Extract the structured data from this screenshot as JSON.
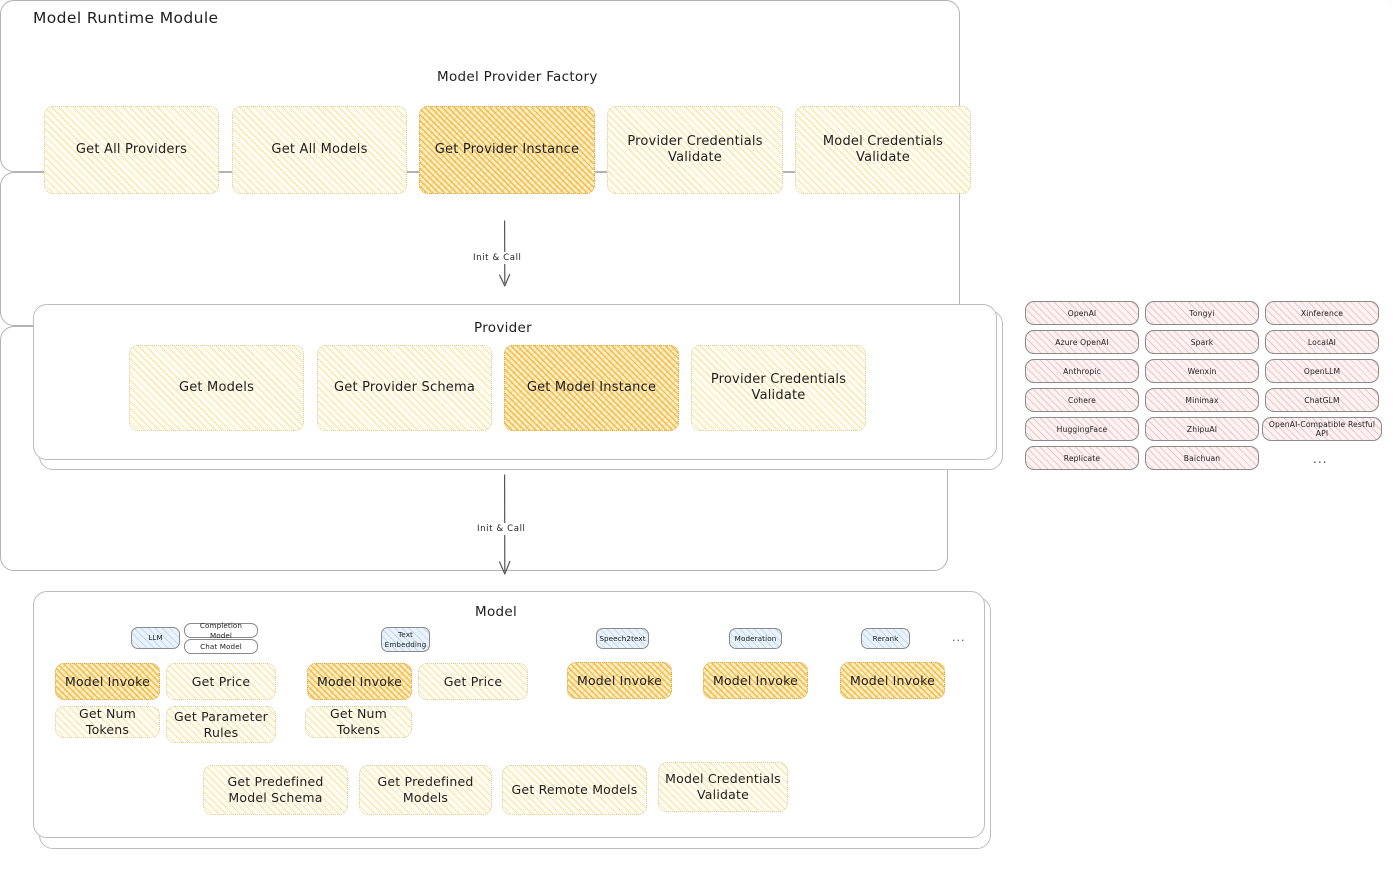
{
  "page": {
    "title": "Model Runtime Module"
  },
  "colors": {
    "highlight_amber": "#f0aa23",
    "soft_yellow": "#f5cd5a",
    "provider_pink": "#e18282",
    "model_type_blue": "#78aadc",
    "outline_gray": "#8a8a8a"
  },
  "factory": {
    "title": "Model Provider Factory",
    "items": [
      {
        "label": "Get All Providers",
        "highlighted": false
      },
      {
        "label": "Get All Models",
        "highlighted": false
      },
      {
        "label": "Get Provider Instance",
        "highlighted": true
      },
      {
        "label": "Provider Credentials Validate",
        "highlighted": false
      },
      {
        "label": "Model Credentials Validate",
        "highlighted": false
      }
    ]
  },
  "arrows": [
    {
      "label": "Init & Call",
      "from": "Model Provider Factory",
      "to": "Provider"
    },
    {
      "label": "Init & Call",
      "from": "Provider",
      "to": "Model"
    }
  ],
  "provider": {
    "title": "Provider",
    "items": [
      {
        "label": "Get Models",
        "highlighted": false
      },
      {
        "label": "Get Provider Schema",
        "highlighted": false
      },
      {
        "label": "Get Model Instance",
        "highlighted": true
      },
      {
        "label": "Provider Credentials Validate",
        "highlighted": false
      }
    ]
  },
  "provider_list": {
    "columns": [
      {
        "items": [
          "OpenAI",
          "Azure OpenAI",
          "Anthropic",
          "Cohere",
          "HuggingFace",
          "Replicate"
        ]
      },
      {
        "items": [
          "Tongyi",
          "Spark",
          "Wenxin",
          "Minimax",
          "ZhipuAI",
          "Baichuan"
        ]
      },
      {
        "items": [
          "Xinference",
          "LocalAI",
          "OpenLLM",
          "ChatGLM",
          "OpenAI-Compatible Restful API"
        ]
      }
    ],
    "more": "..."
  },
  "model": {
    "title": "Model",
    "more_types": "...",
    "types": [
      {
        "name": "LLM",
        "subtypes": [
          "Completion Model",
          "Chat Model"
        ],
        "methods": [
          {
            "label": "Model Invoke",
            "highlighted": true
          },
          {
            "label": "Get Price",
            "highlighted": false
          },
          {
            "label": "Get Num Tokens",
            "highlighted": false
          },
          {
            "label": "Get Parameter Rules",
            "highlighted": false
          }
        ]
      },
      {
        "name": "Text Embedding",
        "subtypes": [],
        "methods": [
          {
            "label": "Model Invoke",
            "highlighted": true
          },
          {
            "label": "Get Price",
            "highlighted": false
          },
          {
            "label": "Get Num Tokens",
            "highlighted": false
          }
        ]
      },
      {
        "name": "Speech2text",
        "subtypes": [],
        "methods": [
          {
            "label": "Model Invoke",
            "highlighted": true
          }
        ]
      },
      {
        "name": "Moderation",
        "subtypes": [],
        "methods": [
          {
            "label": "Model Invoke",
            "highlighted": true
          }
        ]
      },
      {
        "name": "Rerank",
        "subtypes": [],
        "methods": [
          {
            "label": "Model Invoke",
            "highlighted": true
          }
        ]
      }
    ],
    "common_methods": [
      "Get Predefined Model Schema",
      "Get Predefined Models",
      "Get Remote Models",
      "Model Credentials Validate"
    ]
  }
}
